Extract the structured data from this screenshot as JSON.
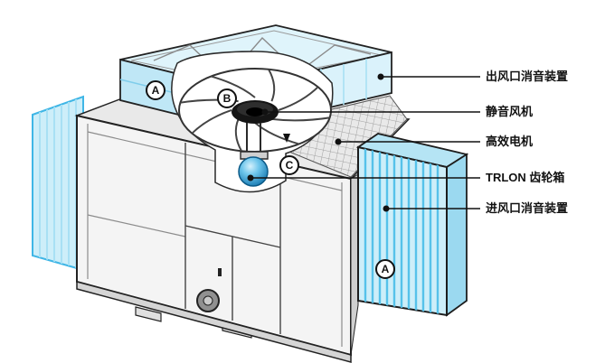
{
  "diagram": {
    "background": "#ffffff",
    "colors": {
      "silencer_blue_fill": "#cdeef9",
      "silencer_blue_light": "#dff4fb",
      "silencer_blue_stroke": "#3fb6e6",
      "louver_stripe": "#56c2ea",
      "body_grey": "#f4f4f4",
      "deck_grey": "#e9e9e9",
      "outline_dark": "#1d1d1d",
      "hub_dark": "#151515",
      "gearbox_blue": "#1173ad",
      "leader_line": "#111111"
    },
    "callouts": [
      {
        "id": "outlet-silencer",
        "label": "出风口消音装置"
      },
      {
        "id": "fan",
        "label": "静音风机"
      },
      {
        "id": "motor",
        "label": "高效电机"
      },
      {
        "id": "gearbox",
        "label": "TRLON 齿轮箱"
      },
      {
        "id": "inlet-silencer",
        "label": "进风口消音装置"
      }
    ],
    "markers": [
      {
        "letter": "A"
      },
      {
        "letter": "B"
      },
      {
        "letter": "C"
      },
      {
        "letter": "A"
      }
    ]
  }
}
